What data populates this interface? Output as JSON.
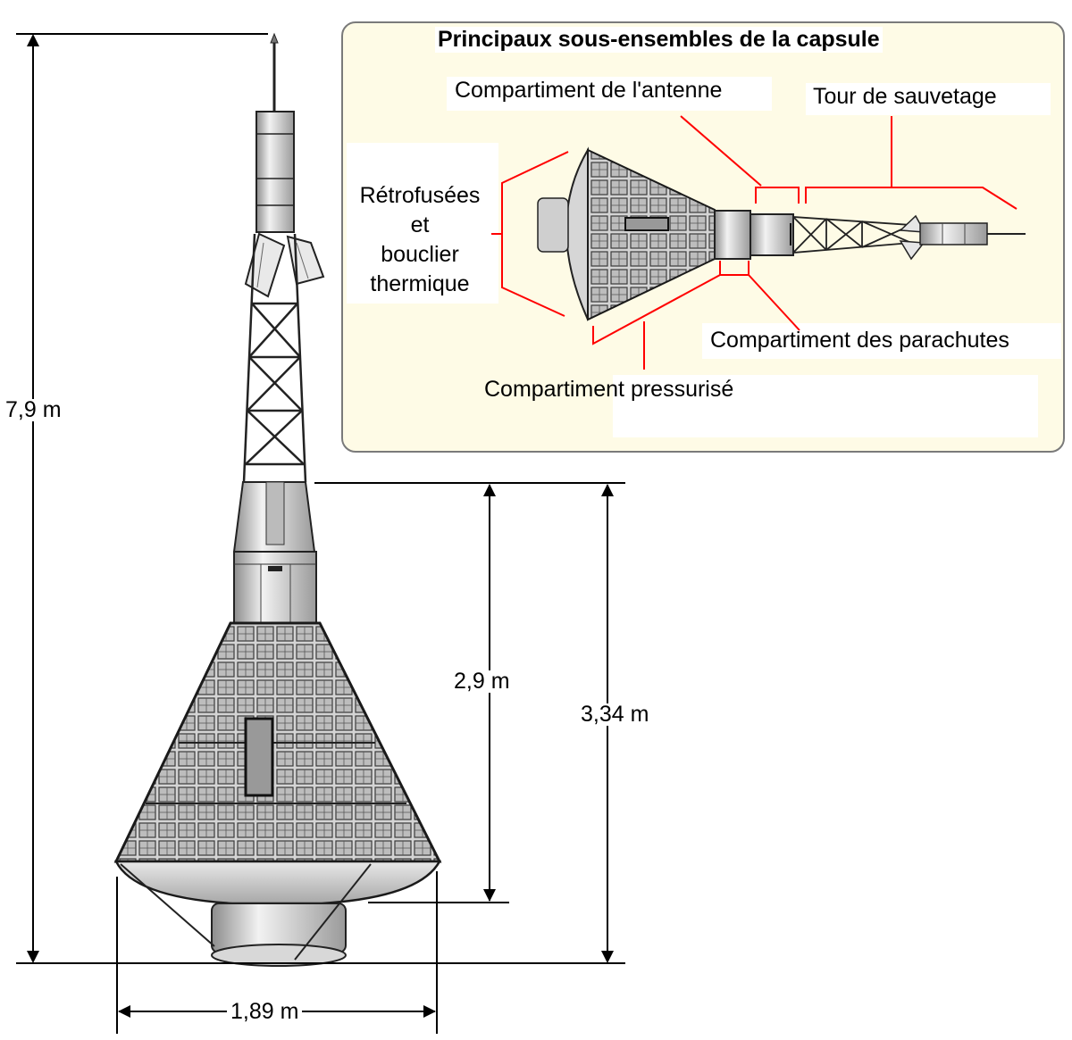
{
  "inset": {
    "title": "Principaux sous-ensembles de la capsule",
    "labels": {
      "antenna_compartment": "Compartiment de l'antenne",
      "escape_tower": "Tour de sauvetage",
      "retro_line1": "Rétrofusées",
      "retro_line2": "et",
      "retro_line3": "bouclier",
      "retro_line4": "thermique",
      "parachute_compartment": "Compartiment des parachutes",
      "pressurized_compartment": "Compartiment pressurisé"
    }
  },
  "dimensions": {
    "total_height": "7,9 m",
    "capsule_height": "2,9 m",
    "capsule_height_with_shield": "3,34 m",
    "diameter": "1,89 m"
  },
  "colors": {
    "callout": "#ff0000",
    "panel_fill": "#fefbe6",
    "panel_border": "#7a7a7a",
    "hull": "#c8c8c8",
    "hull_dark": "#2a2a2a"
  }
}
